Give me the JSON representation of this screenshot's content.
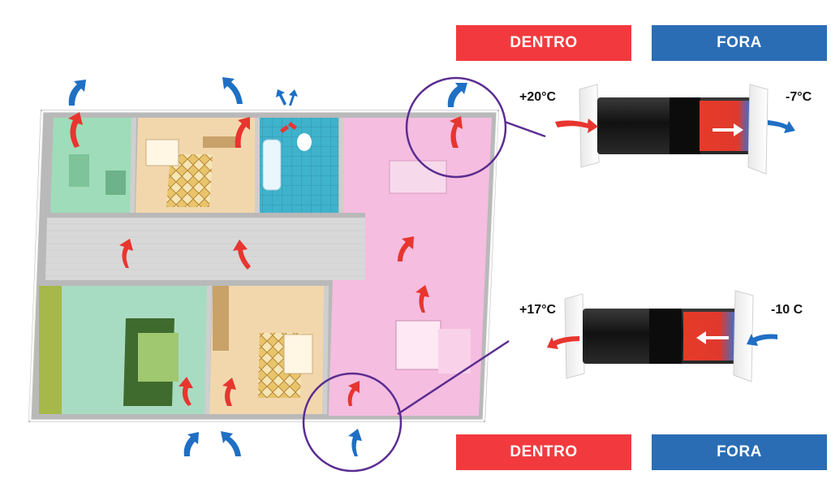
{
  "labels": {
    "top_inside": "DENTRO",
    "top_outside": "FORA",
    "bottom_inside": "DENTRO",
    "bottom_outside": "FORA"
  },
  "temps": {
    "top_inside": "+20°C",
    "top_outside": "-7°C",
    "bottom_inside": "+17°C",
    "bottom_outside": "-10 C"
  },
  "colors": {
    "inside_red": "#f23a3e",
    "outside_blue": "#2a6db5",
    "warm_arrow": "#e8352f",
    "cold_arrow": "#1f6fc4",
    "circle": "#5b2d91"
  },
  "icons": {
    "warm_flow": "red-airflow-arrow-icon",
    "cold_flow": "blue-airflow-arrow-icon",
    "direction": "white-direction-arrow-icon"
  }
}
